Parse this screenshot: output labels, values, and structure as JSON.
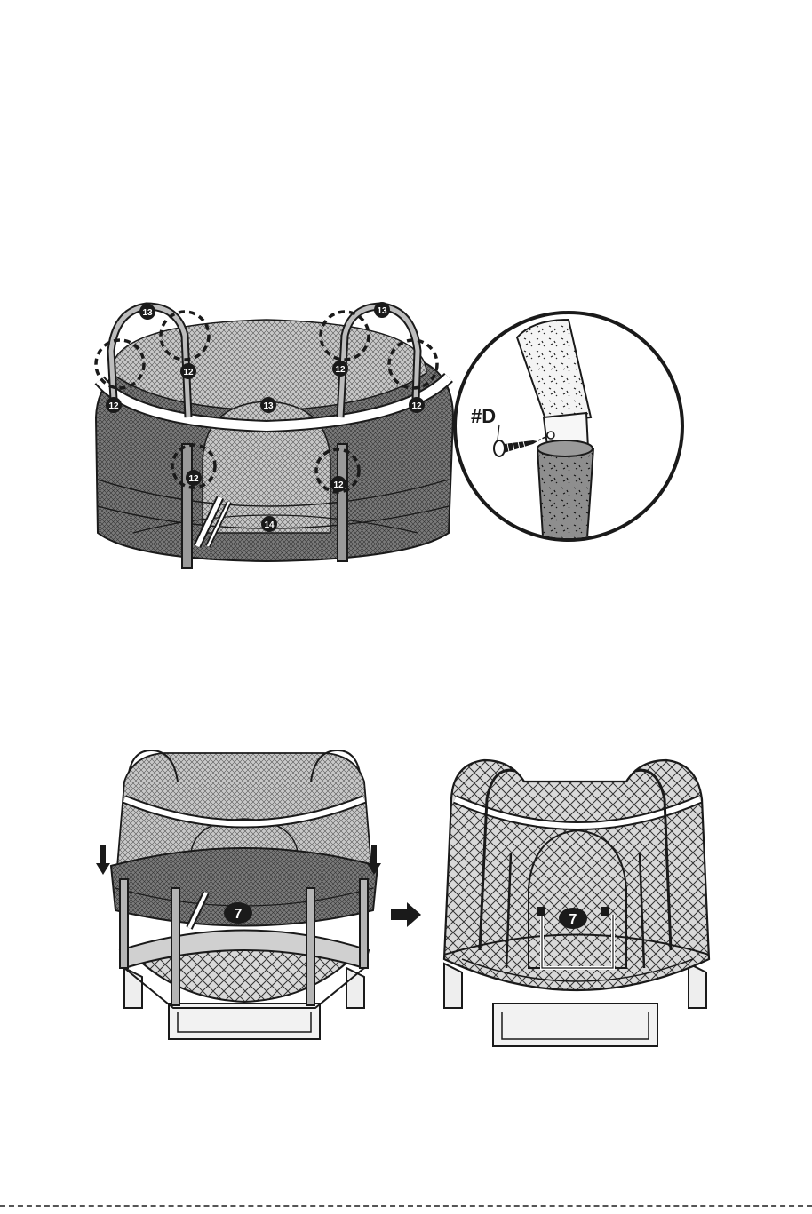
{
  "callouts": {
    "part_12": "12",
    "part_13": "13",
    "part_14": "14",
    "part_7": "7",
    "hardware_d": "#D"
  },
  "colors": {
    "line": "#1a1a1a",
    "net_fill": "#bdbdbd",
    "net_dark": "#6e6e6e",
    "foam_light": "#f2f2f2",
    "foam_dark": "#8c8c8c",
    "callout_fill": "#1a1a1a"
  },
  "icons": {
    "down_arrow": "down-arrow-icon",
    "right_arrow": "right-arrow-icon"
  }
}
